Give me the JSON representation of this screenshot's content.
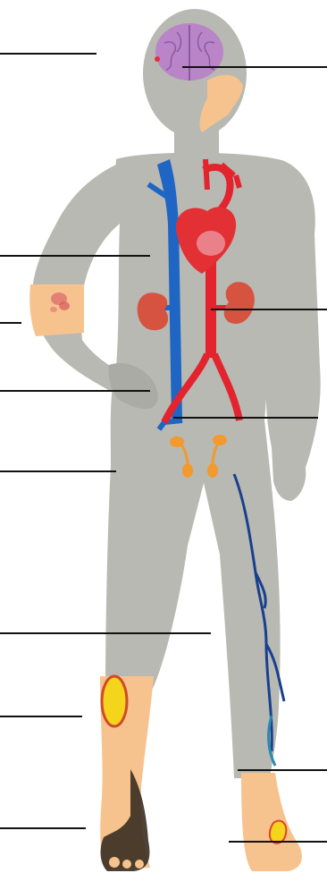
{
  "diagram": {
    "colors": {
      "background": "#ffffff",
      "body": "#b7b9b2",
      "body_shadow": "#a9aba4",
      "skin": "#f6c38f",
      "brain": "#b985c8",
      "artery": "#e3232d",
      "heart": "#e23034",
      "vein": "#1f66c4",
      "leg_vein": "#1a3f8e",
      "kidney": "#d6533f",
      "gland": "#f29a2e",
      "lesion_yellow": "#f5d41c",
      "gangrene": "#3a2d20",
      "rash": "#e07070",
      "leader_line": "#111111"
    },
    "leader_lines": [
      "line-1",
      "line-2",
      "line-3",
      "line-4",
      "line-5",
      "line-6",
      "line-7",
      "line-8",
      "line-9",
      "line-10",
      "line-11",
      "line-12"
    ]
  }
}
